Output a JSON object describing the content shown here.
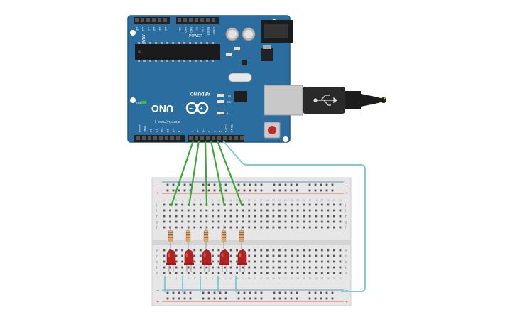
{
  "board": {
    "brand": "ARDUINO",
    "model": "UNO",
    "analog_header": "ANALOG IN",
    "power_header": "POWER",
    "digital_header": "DIGITAL (PWM ~)",
    "on_label": "ON",
    "led_l": "L",
    "led_tx": "TX",
    "led_rx": "RX",
    "analog_pins": [
      "A5",
      "A4",
      "A3",
      "A2",
      "A1",
      "A0"
    ],
    "power_pins": [
      "VIN",
      "GND",
      "GND",
      "5V",
      "3.3V",
      "RESET",
      "IOREF"
    ],
    "digital_pins": [
      "RX◄0",
      "TX►1",
      "2",
      "~3",
      "4",
      "~5",
      "~6",
      "7",
      "8",
      "~9",
      "~10",
      "~11",
      "12",
      "13",
      "GND",
      "AREF"
    ]
  },
  "breadboard": {
    "row_letters_top": [
      "j",
      "i",
      "h",
      "g",
      "f"
    ],
    "row_letters_bottom": [
      "e",
      "d",
      "c",
      "b",
      "a"
    ],
    "rail_minus": "−",
    "rail_plus": "+",
    "column_numbers": [
      "1",
      "2",
      "3",
      "4",
      "5",
      "6",
      "7",
      "8",
      "9",
      "10",
      "11",
      "12",
      "13",
      "14",
      "15",
      "16",
      "17",
      "18",
      "19",
      "20",
      "21",
      "22",
      "23",
      "24",
      "25",
      "26",
      "27",
      "28",
      "29",
      "30"
    ]
  },
  "colors": {
    "board_blue": "#2b6d9e",
    "board_dark": "#1f5a85",
    "wire_green": "#3aaa35",
    "wire_cyan": "#7ccfd6",
    "led_red": "#b52020",
    "breadboard": "#e6e6e6"
  },
  "leds": [
    {
      "id": "led-1",
      "color": "red"
    },
    {
      "id": "led-2",
      "color": "red"
    },
    {
      "id": "led-3",
      "color": "red"
    },
    {
      "id": "led-4",
      "color": "red"
    },
    {
      "id": "led-5",
      "color": "red"
    }
  ]
}
